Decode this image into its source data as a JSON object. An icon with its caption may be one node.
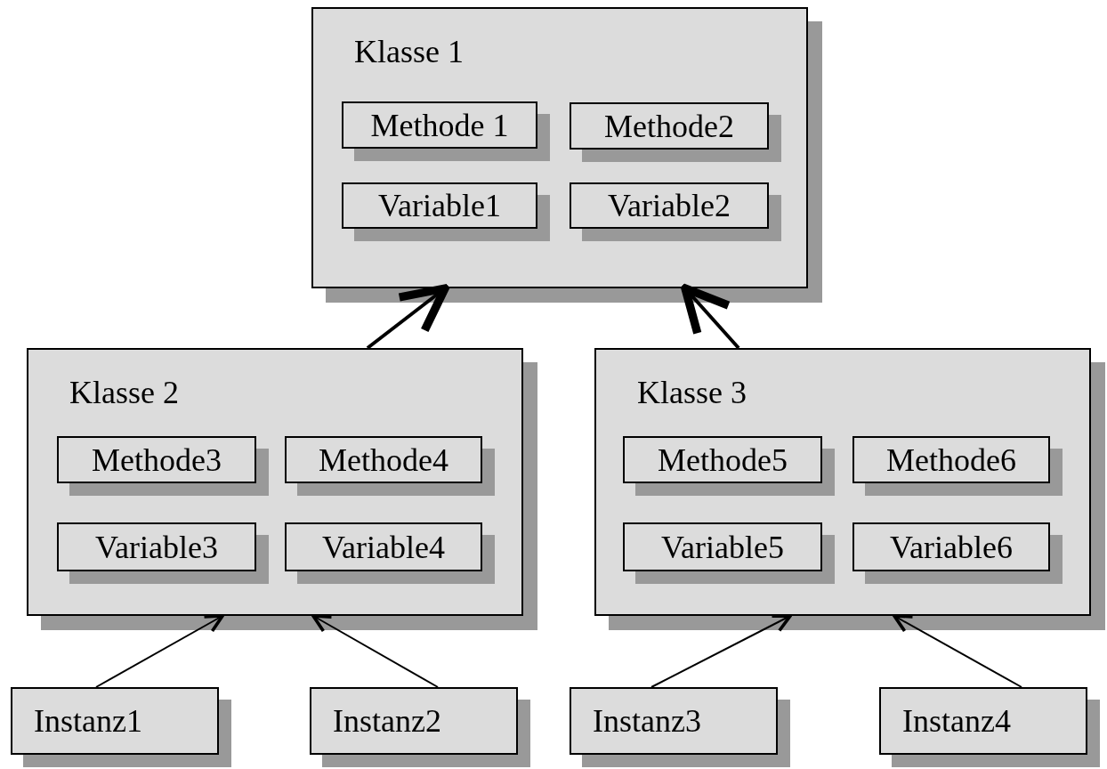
{
  "diagram": {
    "nodes": [
      {
        "text": [
          "Klasse 1"
        ]
      },
      {
        "text": [
          "Methode 1"
        ],
        "in": 0
      },
      {
        "text": [
          "Methode2"
        ],
        "in": 0
      },
      {
        "text": [
          "Variable1"
        ],
        "in": 0
      },
      {
        "text": [
          "Variable2"
        ],
        "in": 0
      },
      {
        "text": [
          "Klasse 2"
        ]
      },
      {
        "text": [
          "Methode3"
        ],
        "in": 5
      },
      {
        "text": [
          "Methode4"
        ],
        "in": 5
      },
      {
        "text": [
          "Variable3"
        ],
        "in": 5
      },
      {
        "text": [
          "Variable4"
        ],
        "in": 5
      },
      {
        "text": [
          "Klasse 3"
        ]
      },
      {
        "text": [
          "Methode5"
        ],
        "in": 10
      },
      {
        "text": [
          "Methode6"
        ],
        "in": 10
      },
      {
        "text": [
          "Variable5"
        ],
        "in": 10
      },
      {
        "text": [
          "Variable6"
        ],
        "in": 10
      },
      {
        "text": [
          "Instanz1"
        ]
      },
      {
        "text": [
          "Instanz2"
        ]
      },
      {
        "text": [
          "Instanz3"
        ]
      },
      {
        "text": [
          "Instanz4"
        ]
      }
    ],
    "edges": [
      {
        "from": 5,
        "to": 0,
        "arrow": "to",
        "style": "thick"
      },
      {
        "from": 10,
        "to": 0,
        "arrow": "to",
        "style": "thick"
      },
      {
        "from": 15,
        "to": 5,
        "arrow": "to"
      },
      {
        "from": 16,
        "to": 5,
        "arrow": "to"
      },
      {
        "from": 17,
        "to": 10,
        "arrow": "to"
      },
      {
        "from": 18,
        "to": 10,
        "arrow": "to"
      }
    ]
  }
}
